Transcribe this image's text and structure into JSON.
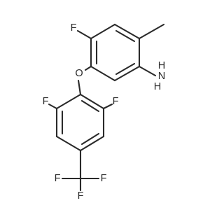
{
  "molecule": {
    "atoms": {
      "f_top": "F",
      "o_ether": "O",
      "n_amine": "N",
      "h_amine_1": "H",
      "h_amine_2": "H",
      "f_left": "F",
      "f_right": "F",
      "f_cf3_left": "F",
      "f_cf3_right": "F",
      "f_cf3_bottom": "F"
    }
  }
}
